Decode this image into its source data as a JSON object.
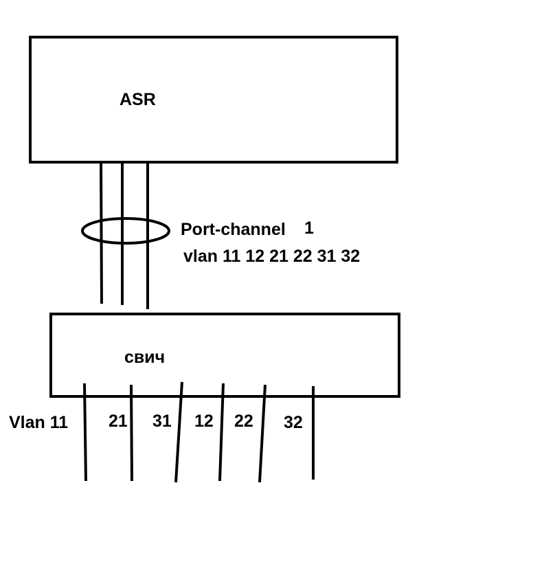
{
  "router": {
    "label": "ASR"
  },
  "trunk": {
    "label_a": "Port-channel",
    "label_b": "1",
    "vlans": "vlan 11 12 21 22 31 32"
  },
  "switch": {
    "label": "свич"
  },
  "ports": [
    {
      "label": "Vlan 11"
    },
    {
      "label": "21"
    },
    {
      "label": "31"
    },
    {
      "label": "12"
    },
    {
      "label": "22"
    },
    {
      "label": "32"
    }
  ],
  "colors": {
    "stroke": "#000000",
    "background": "#ffffff"
  }
}
